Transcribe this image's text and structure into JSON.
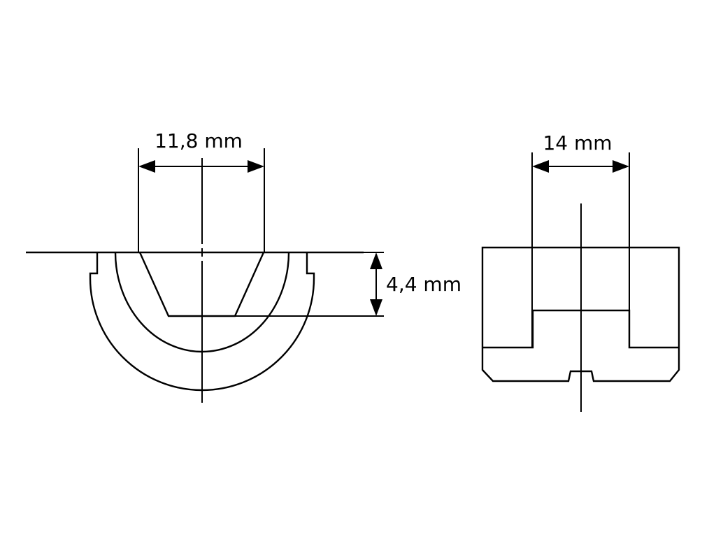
{
  "diagram": {
    "left_view": {
      "width_label": "11,8 mm",
      "depth_label": "4,4 mm"
    },
    "right_view": {
      "width_label": "14 mm"
    },
    "colors": {
      "line": "#000000",
      "background": "#ffffff"
    }
  }
}
